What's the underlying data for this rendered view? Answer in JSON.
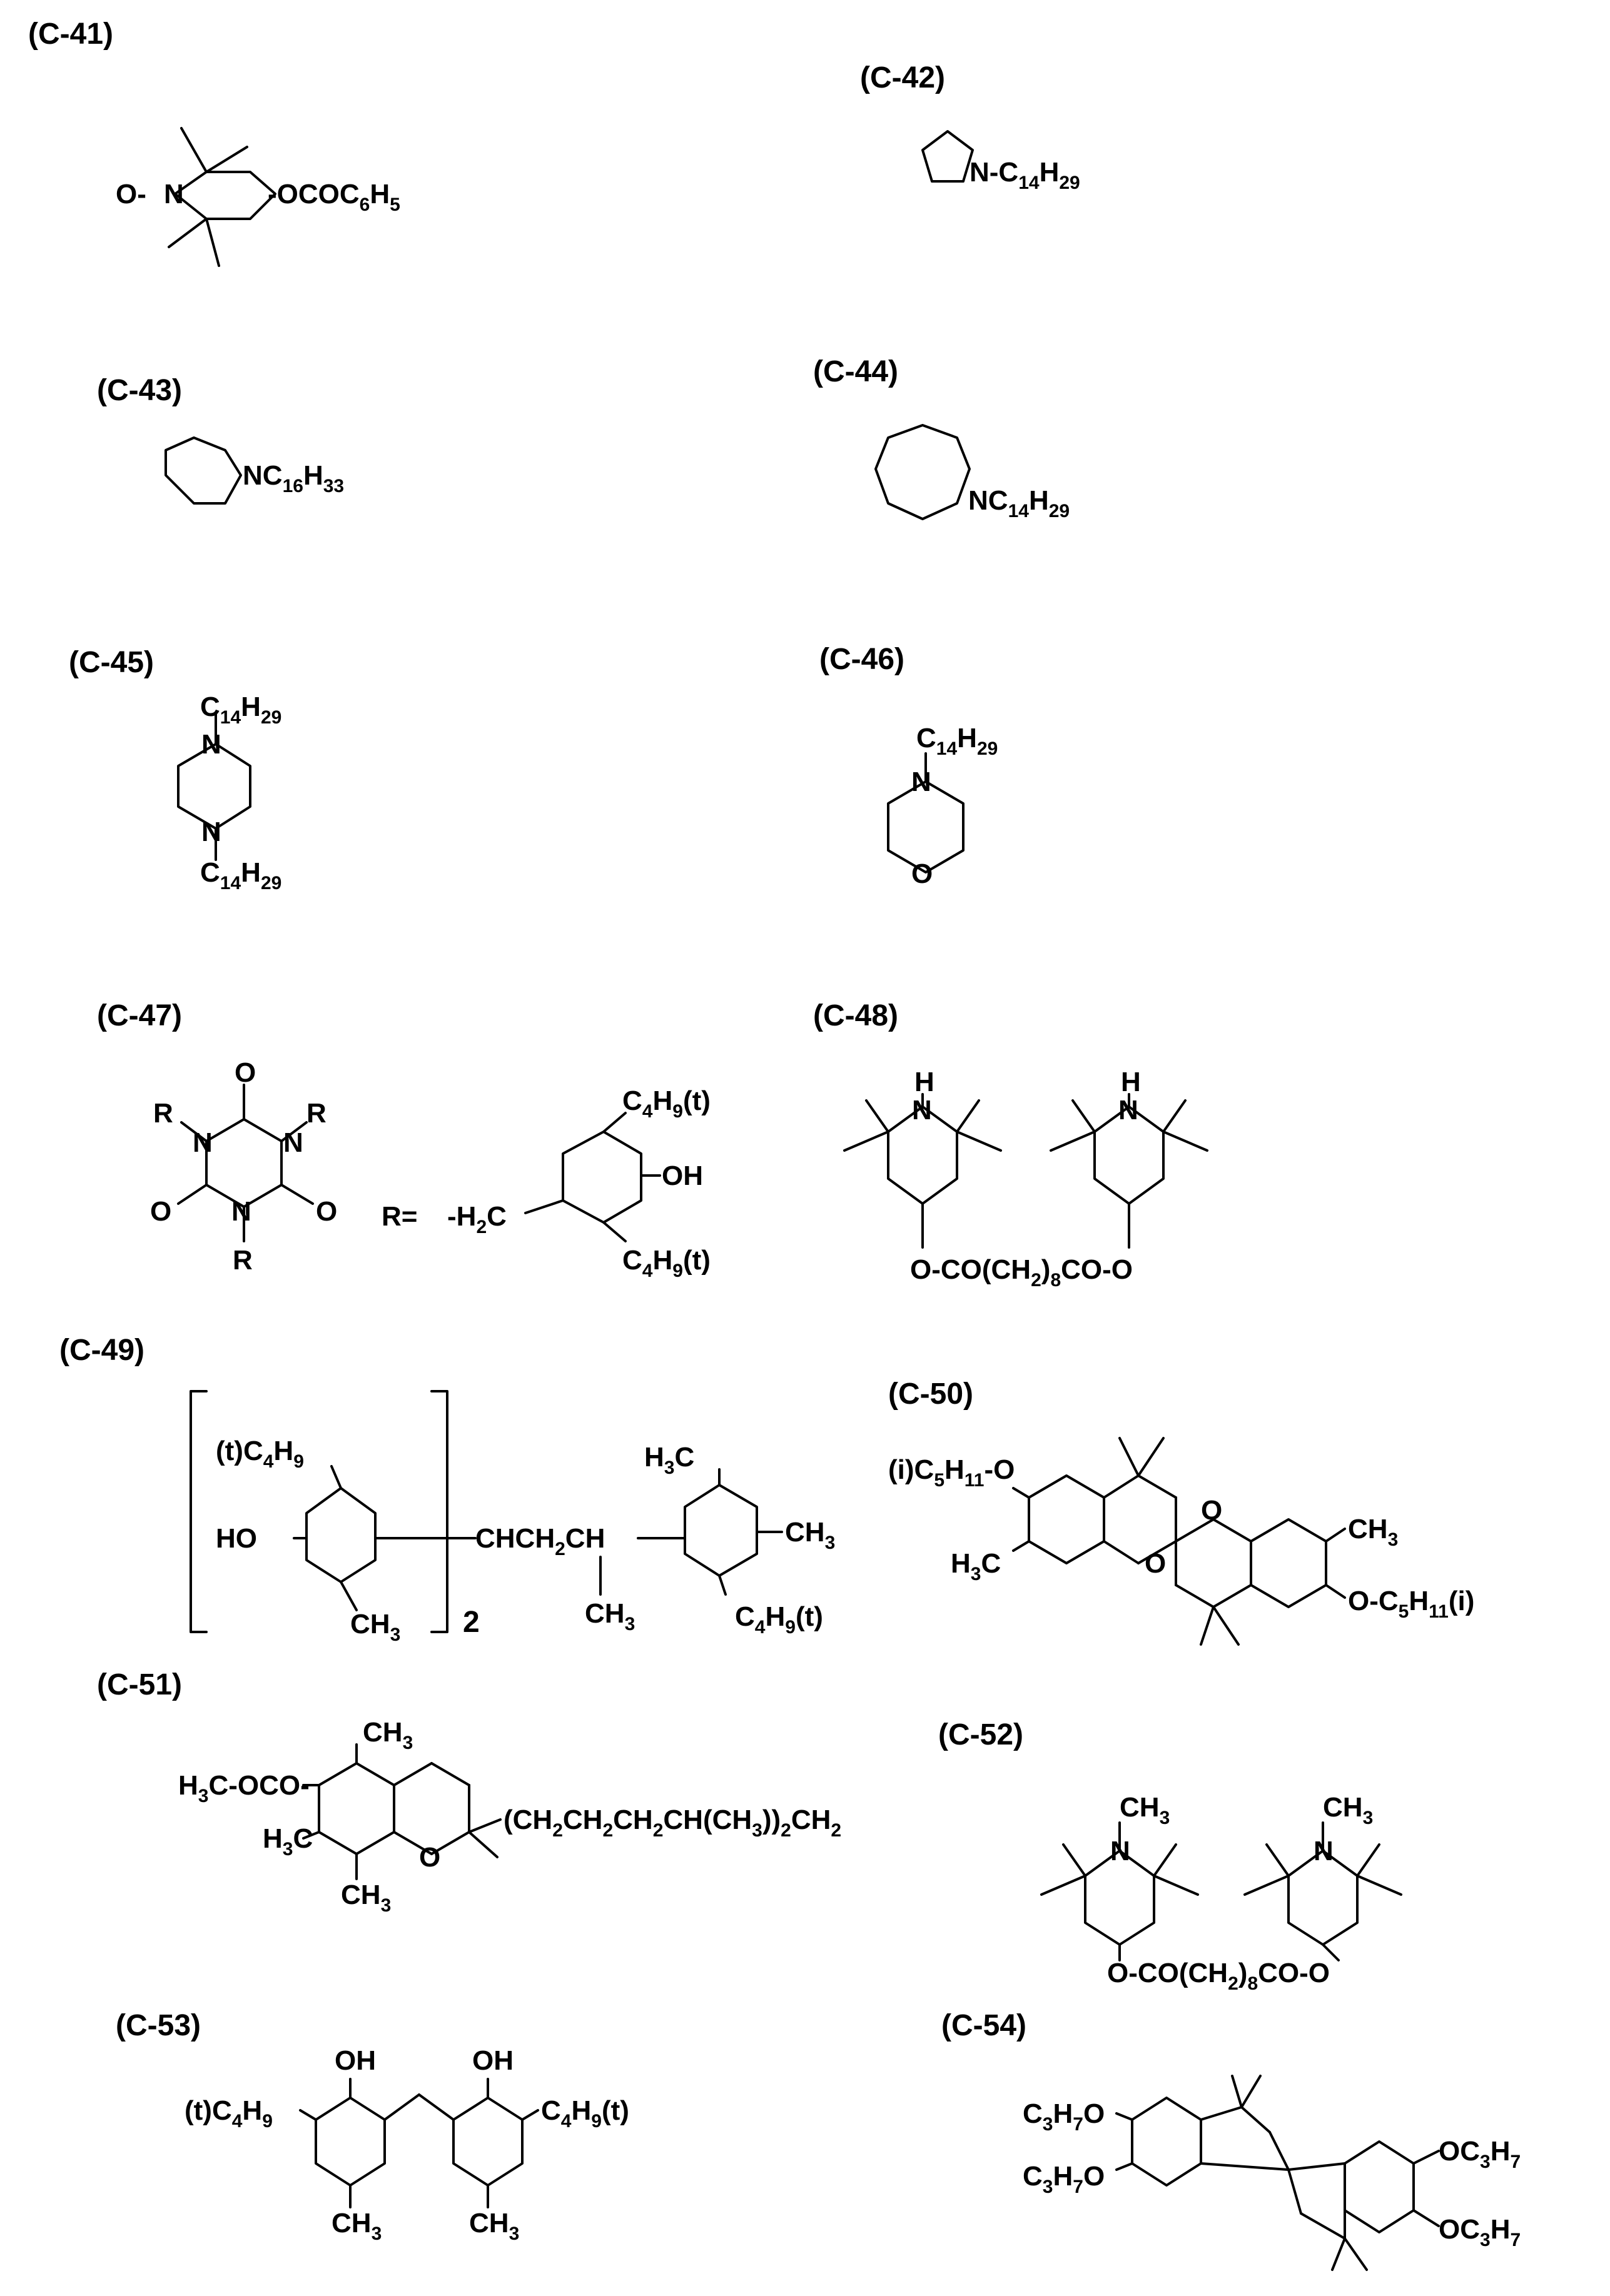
{
  "compounds": [
    {
      "id": "C-41",
      "label": "(C-41)",
      "texts": [
        [
          "O-",
          ""
        ],
        [
          "N",
          ""
        ],
        [
          "-OCOC",
          "6",
          "H",
          "5"
        ]
      ]
    },
    {
      "id": "C-42",
      "label": "(C-42)",
      "texts": [
        [
          "N-C",
          "14",
          "H",
          "29"
        ]
      ]
    },
    {
      "id": "C-43",
      "label": "(C-43)",
      "texts": [
        [
          "NC",
          "16",
          "H",
          "33"
        ]
      ]
    },
    {
      "id": "C-44",
      "label": "(C-44)",
      "texts": [
        [
          "NC",
          "14",
          "H",
          "29"
        ]
      ]
    },
    {
      "id": "C-45",
      "label": "(C-45)",
      "texts": [
        [
          "C",
          "14",
          "H",
          "29"
        ],
        [
          "N",
          ""
        ],
        [
          "N",
          ""
        ],
        [
          "C",
          "14",
          "H",
          "29"
        ]
      ]
    },
    {
      "id": "C-46",
      "label": "(C-46)",
      "texts": [
        [
          "C",
          "14",
          "H",
          "29"
        ],
        [
          "N",
          ""
        ],
        [
          "O",
          ""
        ]
      ]
    },
    {
      "id": "C-47",
      "label": "(C-47)",
      "texts": [
        [
          "R",
          ""
        ],
        [
          "N",
          ""
        ],
        [
          "O",
          ""
        ],
        [
          "N",
          ""
        ],
        [
          "R",
          ""
        ],
        [
          "O",
          ""
        ],
        [
          "N",
          ""
        ],
        [
          "O",
          ""
        ],
        [
          "R",
          ""
        ],
        [
          "R=",
          ""
        ],
        [
          "-H",
          "2",
          "C",
          ""
        ],
        [
          "C",
          "4",
          "H",
          "9",
          "(t)"
        ],
        [
          "OH",
          ""
        ],
        [
          "C",
          "4",
          "H",
          "9",
          "(t)"
        ]
      ]
    },
    {
      "id": "C-48",
      "label": "(C-48)",
      "texts": [
        [
          "H",
          ""
        ],
        [
          "N",
          ""
        ],
        [
          "H",
          ""
        ],
        [
          "N",
          ""
        ],
        [
          "O-CO(CH",
          "2",
          ")",
          "8",
          "CO-O"
        ]
      ]
    },
    {
      "id": "C-49",
      "label": "(C-49)",
      "texts": [
        [
          "(t)C",
          "4",
          "H",
          "9"
        ],
        [
          "HO",
          ""
        ],
        [
          "CH",
          "3"
        ],
        [
          "2",
          ""
        ],
        [
          "CHCH",
          "2",
          "CH",
          ""
        ],
        [
          "CH",
          "3"
        ],
        [
          "H",
          "3",
          "C",
          ""
        ],
        [
          "CH",
          "3"
        ],
        [
          "C",
          "4",
          "H",
          "9",
          "(t)"
        ]
      ]
    },
    {
      "id": "C-50",
      "label": "(C-50)",
      "texts": [
        [
          "(i)C",
          "5",
          "H",
          "11",
          "-O"
        ],
        [
          "H",
          "3",
          "C",
          ""
        ],
        [
          "O",
          ""
        ],
        [
          "O",
          ""
        ],
        [
          "CH",
          "3"
        ],
        [
          "O-C",
          "5",
          "H",
          "11",
          "(i)"
        ]
      ]
    },
    {
      "id": "C-51",
      "label": "(C-51)",
      "texts": [
        [
          "CH",
          "3"
        ],
        [
          "H",
          "3",
          "C-OCO-",
          ""
        ],
        [
          "H",
          "3",
          "C",
          ""
        ],
        [
          "O",
          ""
        ],
        [
          "CH",
          "3"
        ],
        [
          "(CH",
          "2",
          "CH",
          "2",
          "CH",
          "2",
          "CH(CH",
          "3",
          "))",
          "2",
          "CH",
          "2"
        ]
      ]
    },
    {
      "id": "C-52",
      "label": "(C-52)",
      "texts": [
        [
          "CH",
          "3"
        ],
        [
          "N",
          ""
        ],
        [
          "CH",
          "3"
        ],
        [
          "N",
          ""
        ],
        [
          "O-CO(CH",
          "2",
          ")",
          "8",
          "CO-O"
        ]
      ]
    },
    {
      "id": "C-53",
      "label": "(C-53)",
      "texts": [
        [
          "OH",
          ""
        ],
        [
          "OH",
          ""
        ],
        [
          "(t)C",
          "4",
          "H",
          "9"
        ],
        [
          "C",
          "4",
          "H",
          "9",
          "(t)"
        ],
        [
          "CH",
          "3"
        ],
        [
          "CH",
          "3"
        ]
      ]
    },
    {
      "id": "C-54",
      "label": "(C-54)",
      "texts": [
        [
          "C",
          "3",
          "H",
          "7",
          "O"
        ],
        [
          "C",
          "3",
          "H",
          "7",
          "O"
        ],
        [
          "OC",
          "3",
          "H",
          "7"
        ],
        [
          "OC",
          "3",
          "H",
          "7"
        ]
      ]
    }
  ]
}
